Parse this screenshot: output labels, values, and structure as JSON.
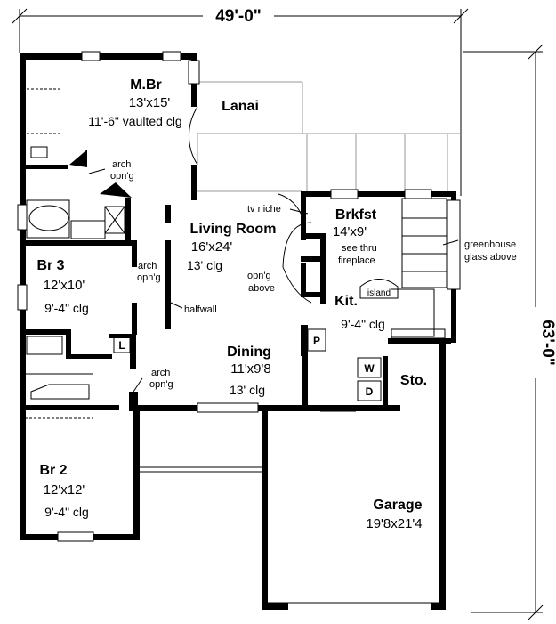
{
  "dimensions": {
    "width": "49'-0\"",
    "depth": "63'-0\""
  },
  "rooms": {
    "master": {
      "name": "M.Br",
      "size": "13'x15'",
      "ceiling": "11'-6\" vaulted clg"
    },
    "lanai": {
      "name": "Lanai"
    },
    "living": {
      "name": "Living Room",
      "size": "16'x24'",
      "ceiling": "13' clg"
    },
    "brkfst": {
      "name": "Brkfst",
      "size": "14'x9'"
    },
    "kitchen": {
      "name": "Kit.",
      "ceiling": "9'-4\" clg"
    },
    "island": {
      "name": "island"
    },
    "br3": {
      "name": "Br 3",
      "size": "12'x10'",
      "ceiling": "9'-4\" clg"
    },
    "dining": {
      "name": "Dining",
      "size": "11'x9'8",
      "ceiling": "13' clg"
    },
    "storage": {
      "name": "Sto."
    },
    "br2": {
      "name": "Br 2",
      "size": "12'x12'",
      "ceiling": "9'-4\" clg"
    },
    "garage": {
      "name": "Garage",
      "size": "19'8x21'4"
    }
  },
  "notes": {
    "arch_upper": "arch",
    "arch_upper_2": "opn'g",
    "arch_mid": "arch",
    "arch_mid_2": "opn'g",
    "arch_lower": "arch",
    "arch_lower_2": "opn'g",
    "halfwall": "halfwall",
    "tv_niche": "tv niche",
    "fireplace_1": "see thru",
    "fireplace_2": "fireplace",
    "opening_1": "opn'g",
    "opening_2": "above",
    "greenhouse_1": "greenhouse",
    "greenhouse_2": "glass above",
    "linen": "L",
    "pantry": "P",
    "washer": "W",
    "dryer": "D"
  }
}
